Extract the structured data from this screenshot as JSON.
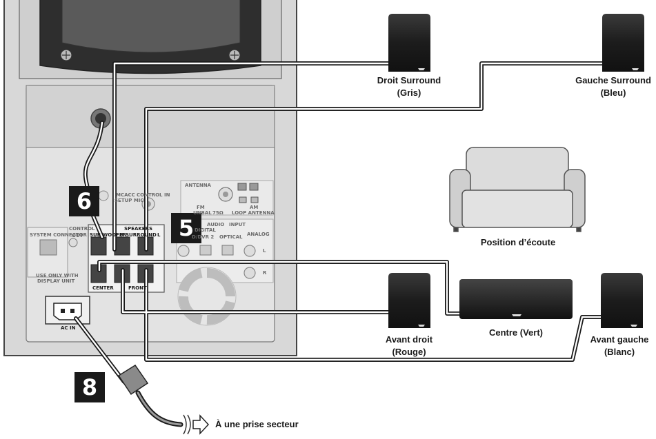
{
  "steps": {
    "step_6": "6",
    "step_5": "5",
    "step_8": "8"
  },
  "speakers": {
    "surround_right": {
      "line1": "Droit Surround",
      "line2": "(Gris)"
    },
    "surround_left": {
      "line1": "Gauche Surround",
      "line2": "(Bleu)"
    },
    "front_right": {
      "line1": "Avant droit",
      "line2": "(Rouge)"
    },
    "center": {
      "line1": "Centre (Vert)"
    },
    "front_left": {
      "line1": "Avant gauche",
      "line2": "(Blanc)"
    }
  },
  "listening_position": "Position d’écoute",
  "outlet_label": "À une prise secteur",
  "panel_labels": {
    "antenna": "ANTENNA",
    "fm_unbal": "FM",
    "fm_unbal2": "UNBAL",
    "ohm": "75Ω",
    "am_loop": "AM",
    "am_loop2": "LOOP ANTENNA",
    "mcacc": "MCACC",
    "setup_mic": "SETUP MIC",
    "control_in": "CONTROL IN",
    "control_out": "CONTROL",
    "out": "OUT",
    "speakers": "SPEAKERS",
    "sub_woofer": "SUB WOOFER",
    "r": "R",
    "surround": "SURROUND",
    "l": "L",
    "center": "CENTER",
    "front": "FRONT",
    "audio": "AUDIO",
    "input": "INPUT",
    "digital": "DIGITAL",
    "dvr2": "D/DVR 2",
    "optical": "OPTICAL",
    "analog": "ANALOG",
    "analog_l": "L",
    "analog_r": "R",
    "system_connector": "SYSTEM CONNECTOR",
    "use_only_with": "USE ONLY WITH",
    "display_unit": "DISPLAY UNIT",
    "ac_in": "AC IN"
  },
  "colors": {
    "cable": "#1a1a1a",
    "speaker": "#1c1c1c",
    "panel": "#d8d8d8",
    "sofa": "#d5d5d5",
    "outline": "#555555"
  }
}
